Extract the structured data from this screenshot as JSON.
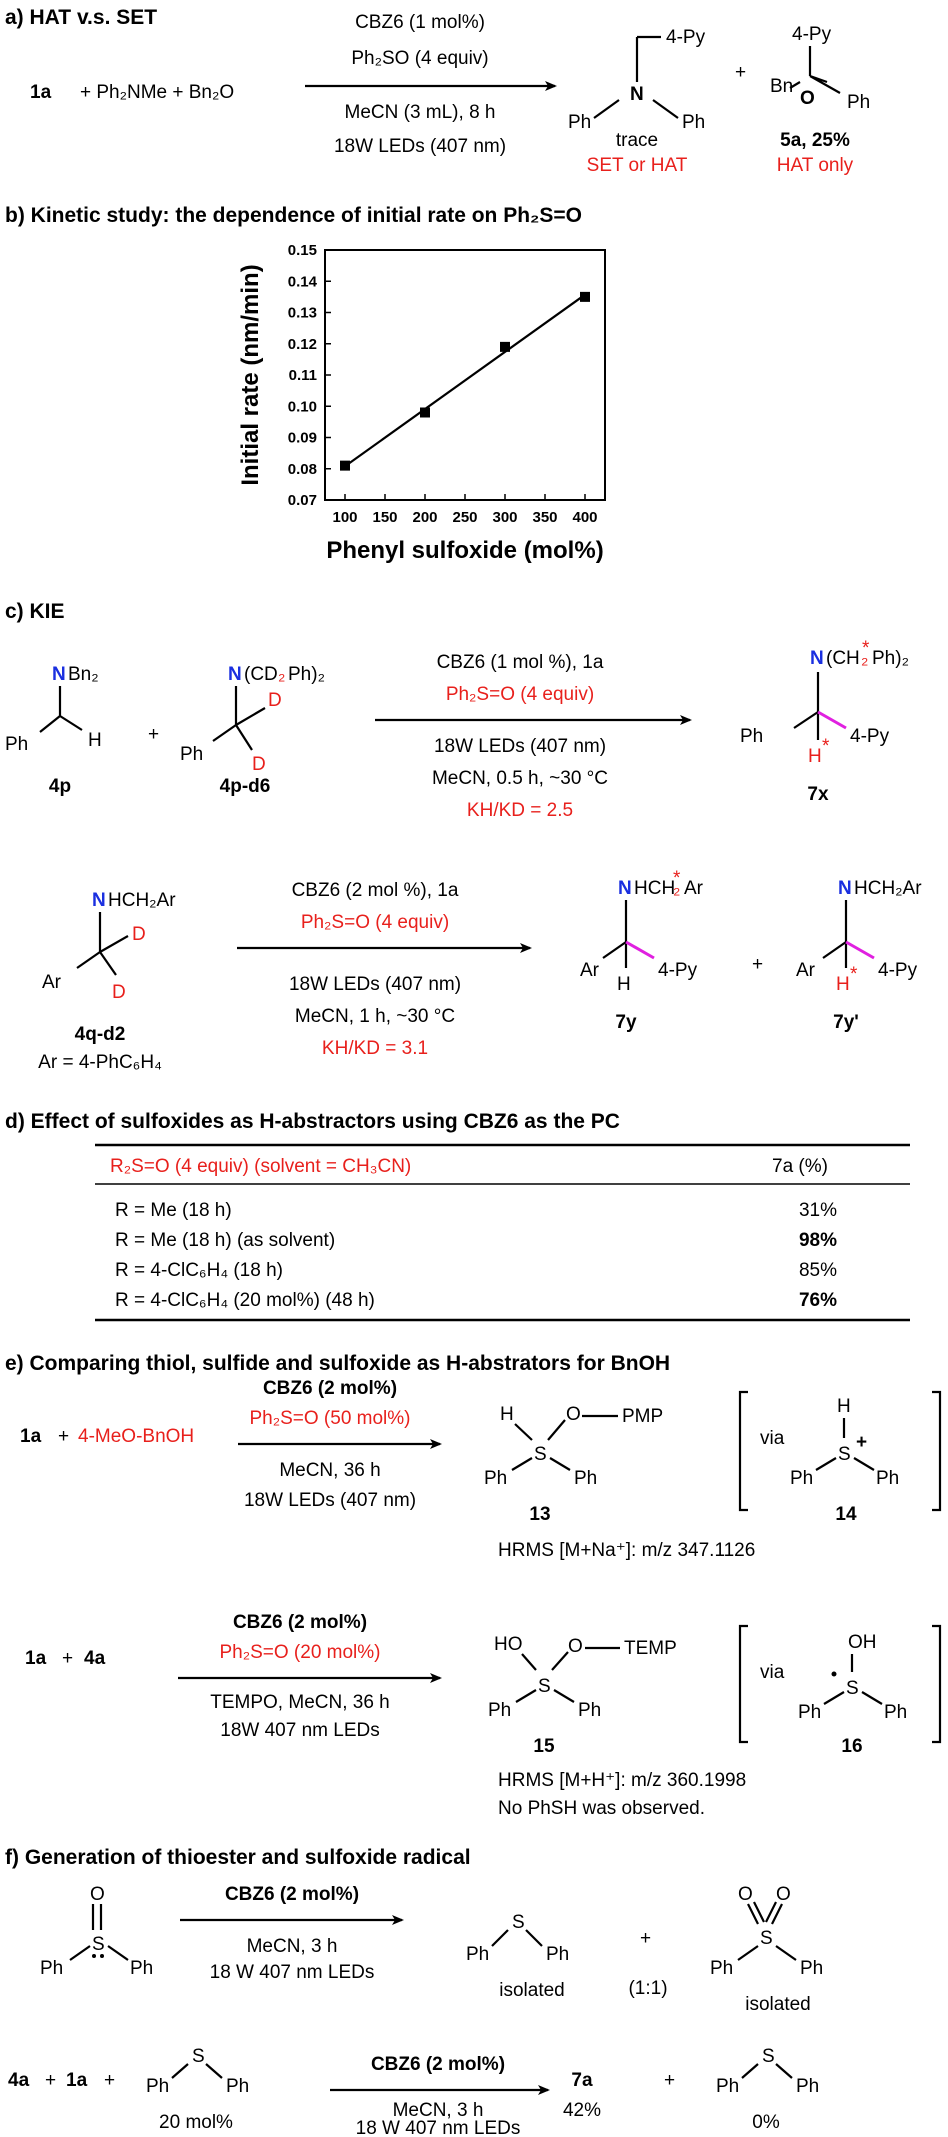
{
  "sections": {
    "a": {
      "title": "a) HAT v.s. SET",
      "reactant1": "1a",
      "plus_reagents": "+ Ph₂NMe + Bn₂O",
      "cond": [
        "CBZ6 (1 mol%)",
        "Ph₂SO (4 equiv)",
        "MeCN (3 mL), 8 h",
        "18W LEDs (407 nm)"
      ],
      "prod1_group": "4-Py",
      "prod1_yield": "trace",
      "prod1_note": "SET or HAT",
      "prod2_group": "4-Py",
      "prod2_label": "5a, 25%",
      "prod2_note": "HAT only"
    },
    "b": {
      "title": "b) Kinetic study: the dependence of initial rate on Ph₂S=O"
    },
    "c": {
      "title": "c) KIE",
      "r1": "4p",
      "r2": "4p-d6",
      "p1": "7x",
      "cond1": [
        "CBZ6 (1 mol %), 1a",
        "Ph₂S=O (4 equiv)",
        "18W LEDs (407 nm)",
        "MeCN, 0.5 h, ~30 °C",
        "KH/KD = 2.5"
      ],
      "r3": "4q-d2",
      "ar_def": "Ar = 4-PhC₆H₄",
      "cond2": [
        "CBZ6 (2 mol %), 1a",
        "Ph₂S=O (4 equiv)",
        "18W LEDs (407 nm)",
        "MeCN, 1 h, ~30 °C",
        "KH/KD = 3.1"
      ],
      "p2": "7y",
      "p3": "7y'"
    },
    "d": {
      "title": "d) Effect of sulfoxides as H-abstractors using CBZ6 as the PC",
      "header": [
        "R₂S=O (4 equiv) (solvent = CH₃CN)",
        "7a (%)"
      ],
      "rows": [
        {
          "cond": "R = Me (18 h)",
          "yield": "31%"
        },
        {
          "cond": "R = Me (18 h) (as solvent)",
          "yield": "98%"
        },
        {
          "cond": "R = 4-ClC₆H₄ (18 h)",
          "yield": "85%"
        },
        {
          "cond": "R = 4-ClC₆H₄ (20 mol%) (48 h)",
          "yield": "76%"
        }
      ]
    },
    "e": {
      "title": "e) Comparing thiol, sulfide and sulfoxide as H-abstrators for BnOH",
      "r1": "1a",
      "r2": "4-MeO-BnOH",
      "cond1": [
        "CBZ6 (2 mol%)",
        "Ph₂S=O (50 mol%)",
        "MeCN, 36 h",
        "18W LEDs (407 nm)"
      ],
      "p13": "13",
      "i14": "14",
      "hrms1": "HRMS [M+Na⁺]: m/z 347.1126",
      "r3": "1a",
      "r4": "4a",
      "cond2": [
        "CBZ6 (2 mol%)",
        "Ph₂S=O (20 mol%)",
        "TEMPO, MeCN, 36 h",
        "18W 407 nm LEDs"
      ],
      "p15": "15",
      "i16": "16",
      "hrms2": "HRMS [M+H⁺]: m/z 360.1998",
      "note": "No PhSH was observed."
    },
    "f": {
      "title": "f) Generation of thioester and sulfoxide radical",
      "cond1": [
        "CBZ6 (2 mol%)",
        "MeCN, 3 h",
        "18 W 407 nm LEDs"
      ],
      "iso1": "isolated",
      "ratio": "(1:1)",
      "iso2": "isolated",
      "r1": "4a",
      "r2": "1a",
      "r3_amt": "20 mol%",
      "cond2": [
        "CBZ6 (2 mol%)",
        "MeCN, 3 h",
        "18 W 407 nm LEDs"
      ],
      "p1": "7a",
      "p1_yield": "42%",
      "p2_yield": "0%"
    }
  },
  "chart_data": {
    "type": "scatter",
    "xlabel": "Phenyl sulfoxide (mol%)",
    "ylabel": "Initial rate (nm/min)",
    "x": [
      100,
      200,
      300,
      400
    ],
    "y": [
      0.081,
      0.098,
      0.119,
      0.135
    ],
    "fit_line": true,
    "xlim": [
      75,
      425
    ],
    "ylim": [
      0.07,
      0.15
    ],
    "xticks": [
      100,
      150,
      200,
      250,
      300,
      350,
      400
    ],
    "yticks": [
      0.07,
      0.08,
      0.09,
      0.1,
      0.11,
      0.12,
      0.13,
      0.14,
      0.15
    ],
    "grid": false
  }
}
